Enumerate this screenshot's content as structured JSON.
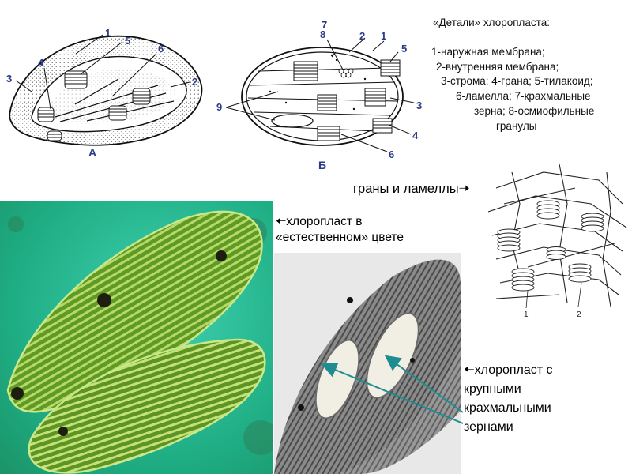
{
  "legend": {
    "title": "«Детали» хлоропласта:",
    "lines": [
      "1-наружная мембрана;",
      "2-внутренняя мембрана;",
      "3-строма; 4-грана; 5-тилакоид;",
      "6-ламелла; 7-крахмальные",
      "зерна; 8-осмиофильные",
      "гранулы"
    ]
  },
  "diagram_a": {
    "caption": "А",
    "labels": [
      "1",
      "2",
      "3",
      "4",
      "5",
      "6"
    ]
  },
  "diagram_b": {
    "caption": "Б",
    "labels": [
      "1",
      "2",
      "3",
      "4",
      "5",
      "6",
      "7",
      "8",
      "9"
    ]
  },
  "grana_diagram": {
    "caption": "граны и ламеллы",
    "labels": [
      "1",
      "2"
    ]
  },
  "photo_green": {
    "caption_lines": [
      "хлоропласт в",
      "«естественном» цвете"
    ]
  },
  "photo_em": {
    "caption_lines": [
      "хлоропласт  с",
      "крупными",
      "крахмальными",
      "зернами"
    ]
  },
  "colors": {
    "label_blue": "#2a3a88",
    "photo_bg": "#1fae84",
    "chloroplast_green": "#6fa52a",
    "arrow_teal": "#1e8c90"
  }
}
